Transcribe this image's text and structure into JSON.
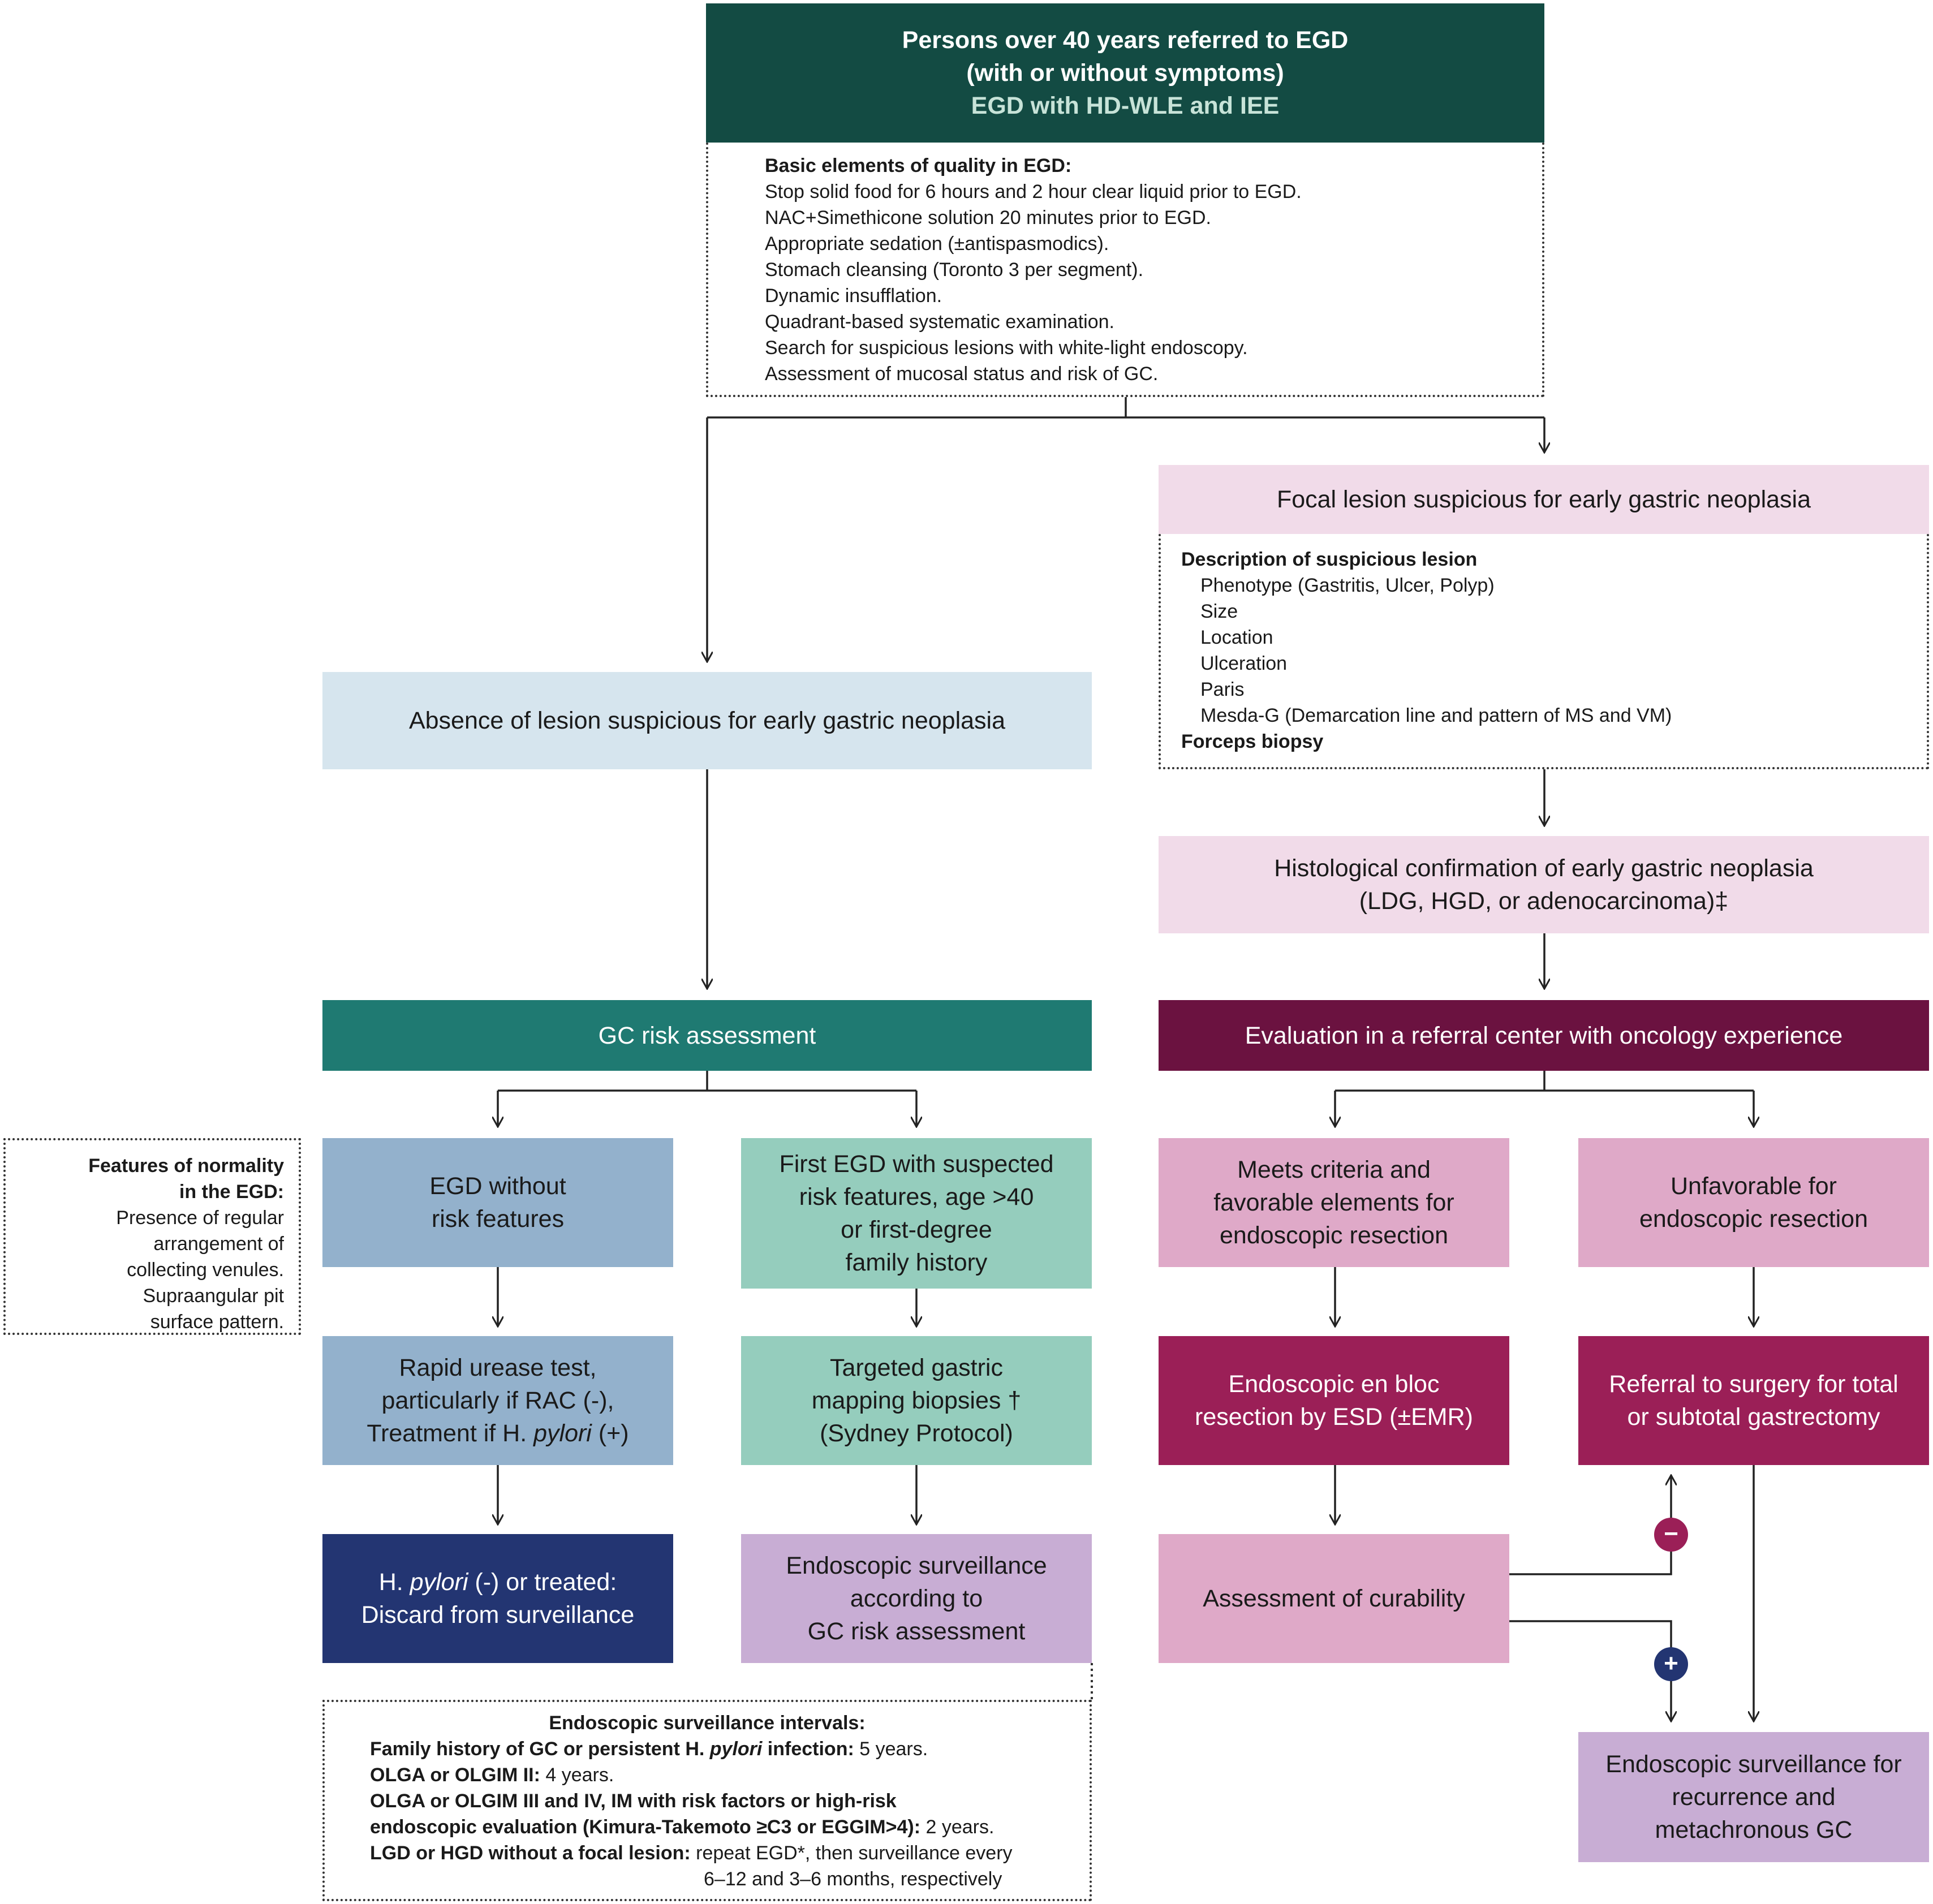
{
  "colors": {
    "top_header": "#134b43",
    "light_blue": "#d6e5ee",
    "light_pink": "#f1dbe9",
    "teal": "#1f7a72",
    "dark_plum": "#6b1240",
    "steel_blue": "#93b1cc",
    "mint": "#95cdbd",
    "navy": "#233572",
    "lavender": "#c8add4",
    "mauve": "#dfa9c8",
    "magenta": "#9b1f57",
    "minus_circle": "#9b1f57",
    "plus_circle": "#233572"
  },
  "top": {
    "line1": "Persons over 40 years referred to EGD",
    "line2": "(with or without symptoms)",
    "line3": "EGD with HD-WLE and IEE"
  },
  "quality": {
    "title": "Basic elements of quality in EGD:",
    "items": [
      "Stop solid food for 6 hours and 2 hour clear liquid prior to EGD.",
      "NAC+Simethicone solution 20 minutes prior to EGD.",
      "Appropriate sedation (±antispasmodics).",
      "Stomach cleansing (Toronto 3 per segment).",
      "Dynamic insufflation.",
      "Quadrant-based systematic examination.",
      "Search for suspicious lesions with white-light endoscopy.",
      "Assessment of mucosal status and risk of GC."
    ]
  },
  "absence": {
    "label": "Absence of lesion suspicious for early gastric neoplasia"
  },
  "focal": {
    "label": "Focal lesion suspicious for early gastric neoplasia"
  },
  "description": {
    "title": "Description of suspicious lesion",
    "items": [
      "Phenotype (Gastritis, Ulcer, Polyp)",
      "Size",
      "Location",
      "Ulceration",
      "Paris",
      "Mesda-G (Demarcation line and pattern of MS and VM)"
    ],
    "footer": "Forceps biopsy"
  },
  "histo": {
    "line1": "Histological confirmation of early gastric neoplasia",
    "line2": "(LDG, HGD, or adenocarcinoma)‡"
  },
  "gc_risk": {
    "label": "GC risk assessment"
  },
  "referral_center": {
    "label": "Evaluation in a referral center with oncology experience"
  },
  "normality": {
    "title1": "Features of normality",
    "title2": "in the EGD:",
    "lines": [
      "Presence of regular",
      "arrangement of",
      "collecting venules.",
      "Supraangular pit",
      "surface pattern."
    ]
  },
  "egd_without": {
    "line1": "EGD without",
    "line2": "risk features"
  },
  "first_egd": {
    "line1": "First EGD with suspected",
    "line2": "risk features, age >40",
    "line3": "or first-degree",
    "line4": "family history"
  },
  "meets": {
    "line1": "Meets criteria and",
    "line2": "favorable elements for",
    "line3": "endoscopic resection"
  },
  "unfavorable": {
    "line1": "Unfavorable for",
    "line2": "endoscopic resection"
  },
  "rapid": {
    "line1": "Rapid urease test,",
    "line2": "particularly if RAC (-),",
    "line3a": "Treatment if H. ",
    "line3b": "pylori",
    "line3c": " (+)"
  },
  "targeted": {
    "line1": "Targeted gastric",
    "line2": "mapping biopsies †",
    "line3": "(Sydney Protocol)"
  },
  "esd": {
    "line1": "Endoscopic en bloc",
    "line2": "resection by ESD (±EMR)"
  },
  "surgery": {
    "line1": "Referral to surgery for total",
    "line2": "or subtotal gastrectomy"
  },
  "hpylori": {
    "line1a": "H. ",
    "line1b": "pylori",
    "line1c": " (-) or treated:",
    "line2": "Discard from surveillance"
  },
  "surveillance": {
    "line1": "Endoscopic surveillance",
    "line2": "according to",
    "line3": "GC risk assessment"
  },
  "curability": {
    "label": "Assessment of curability"
  },
  "minus": "−",
  "plus": "+",
  "recurrence": {
    "line1": "Endoscopic surveillance for",
    "line2": "recurrence and",
    "line3": "metachronous GC"
  },
  "intervals": {
    "title": "Endoscopic surveillance intervals:",
    "r1a": "Family history of GC or persistent H. ",
    "r1b": "pylori",
    "r1c": " infection:",
    "r1d": " 5 years.",
    "r2a": "OLGA or OLGIM II:",
    "r2b": " 4 years.",
    "r3a": "OLGA or OLGIM III and IV, IM with risk factors or high-risk",
    "r4a": "endoscopic evaluation (Kimura-Takemoto ≥C3 or EGGIM>4):",
    "r4b": " 2 years.",
    "r5a": "LGD or HGD without a focal lesion:",
    "r5b": " repeat EGD*, then surveillance every",
    "r6": "6–12 and 3–6 months, respectively"
  }
}
